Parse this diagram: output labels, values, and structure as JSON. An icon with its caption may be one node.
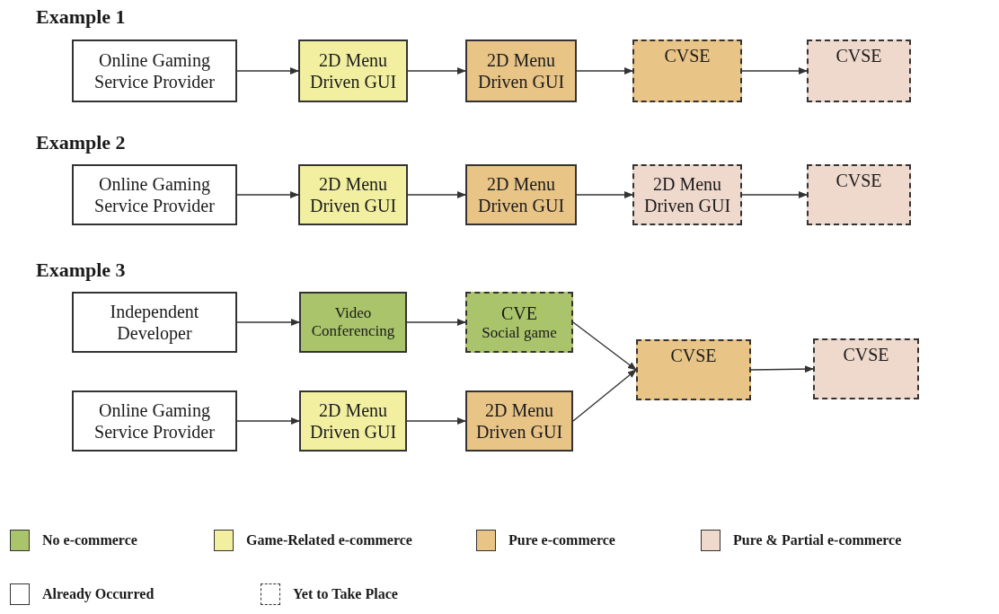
{
  "diagram": {
    "nodes": [
      {
        "text": [
          "Online Gaming Service Provider"
        ]
      },
      {
        "text": [
          "2D Menu Driven GUI"
        ]
      },
      {
        "text": [
          "2D Menu Driven GUI"
        ]
      },
      {
        "text": [
          "CVSE"
        ]
      },
      {
        "text": [
          "CVSE"
        ]
      },
      {
        "text": [
          "Online Gaming Service Provider"
        ]
      },
      {
        "text": [
          "2D Menu Driven GUI"
        ]
      },
      {
        "text": [
          "2D Menu Driven GUI"
        ]
      },
      {
        "text": [
          "2D Menu Driven GUI"
        ]
      },
      {
        "text": [
          "CVSE"
        ]
      },
      {
        "text": [
          "Independent Developer"
        ]
      },
      {
        "text": [
          "Video Conferencing"
        ]
      },
      {
        "text": [
          "CVE",
          "Social game"
        ]
      },
      {
        "text": [
          "CVSE"
        ]
      },
      {
        "text": [
          "CVSE"
        ]
      },
      {
        "text": [
          "Online Gaming Service Provider"
        ]
      },
      {
        "text": [
          "2D Menu Driven GUI"
        ]
      },
      {
        "text": [
          "2D Menu Driven GUI"
        ]
      }
    ],
    "edges": [
      {
        "from": 0,
        "to": 1,
        "arrow": "to"
      },
      {
        "from": 1,
        "to": 2,
        "arrow": "to"
      },
      {
        "from": 2,
        "to": 3,
        "arrow": "to"
      },
      {
        "from": 3,
        "to": 4,
        "arrow": "to"
      },
      {
        "from": 5,
        "to": 6,
        "arrow": "to"
      },
      {
        "from": 6,
        "to": 7,
        "arrow": "to"
      },
      {
        "from": 7,
        "to": 8,
        "arrow": "to"
      },
      {
        "from": 8,
        "to": 9,
        "arrow": "to"
      },
      {
        "from": 10,
        "to": 11,
        "arrow": "to"
      },
      {
        "from": 11,
        "to": 12,
        "arrow": "to"
      },
      {
        "from": 12,
        "to": 13,
        "arrow": "to"
      },
      {
        "from": 13,
        "to": 14,
        "arrow": "to"
      },
      {
        "from": 15,
        "to": 16,
        "arrow": "to"
      },
      {
        "from": 16,
        "to": 17,
        "arrow": "to"
      },
      {
        "from": 17,
        "to": 13,
        "arrow": "to"
      }
    ],
    "labels": [
      "Example 1",
      "Example 2",
      "Example 3"
    ],
    "legend": [
      {
        "text": "No e-commerce",
        "color": "#a9c46a"
      },
      {
        "text": "Game-Related e-commerce",
        "color": "#f2f0a0"
      },
      {
        "text": "Pure e-commerce",
        "color": "#e8c486"
      },
      {
        "text": "Pure & Partial e-commerce",
        "color": "#efd8cc"
      },
      {
        "text": "Already Occurred"
      },
      {
        "text": "Yet to Take Place"
      }
    ]
  }
}
